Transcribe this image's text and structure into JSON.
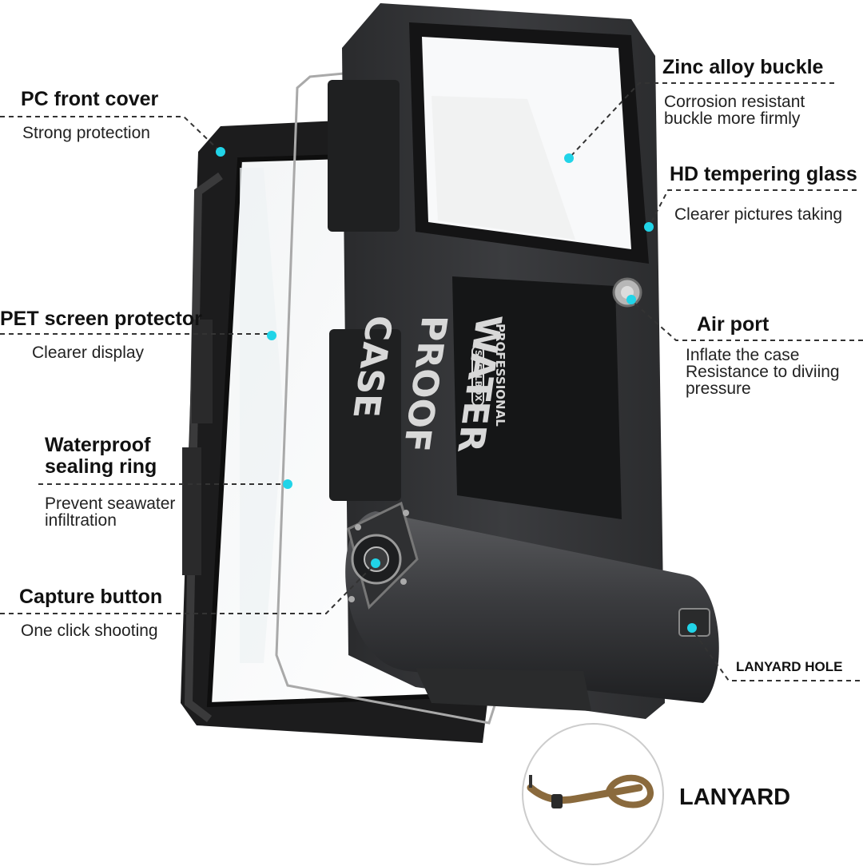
{
  "colors": {
    "dot": "#21d4e8",
    "case_dark": "#2e2f31",
    "frame_dark": "#1b1b1c",
    "lanyard": "#8a6a3d"
  },
  "callouts": [
    {
      "id": "pc-front-cover",
      "title": "PC front cover",
      "desc": [
        "Strong protection"
      ]
    },
    {
      "id": "zinc-alloy-buckle",
      "title": "Zinc alloy buckle",
      "desc": [
        "Corrosion resistant",
        "buckle more firmly"
      ]
    },
    {
      "id": "hd-tempering-glass",
      "title": "HD tempering glass",
      "desc": [
        "Clearer pictures taking"
      ]
    },
    {
      "id": "pet-screen-protector",
      "title": "PET screen protector",
      "desc": [
        "Clearer display"
      ]
    },
    {
      "id": "air-port",
      "title": "Air port",
      "desc": [
        "Inflate the case",
        "Resistance to diviing",
        "pressure"
      ]
    },
    {
      "id": "waterproof-sealing-ring",
      "title": [
        "Waterproof",
        "sealing ring"
      ],
      "desc": [
        "Prevent seawater",
        "infiltration"
      ]
    },
    {
      "id": "capture-button",
      "title": "Capture button",
      "desc": [
        "One click shooting"
      ]
    },
    {
      "id": "lanyard-hole",
      "title": "LANYARD HOLE",
      "desc": []
    }
  ],
  "lanyard_label": "LANYARD",
  "case_logo": {
    "headline": [
      "WATER",
      "PROOF",
      "CASE"
    ],
    "sub": "PROFESSIONAL",
    "brand": "SHELLBOX"
  }
}
